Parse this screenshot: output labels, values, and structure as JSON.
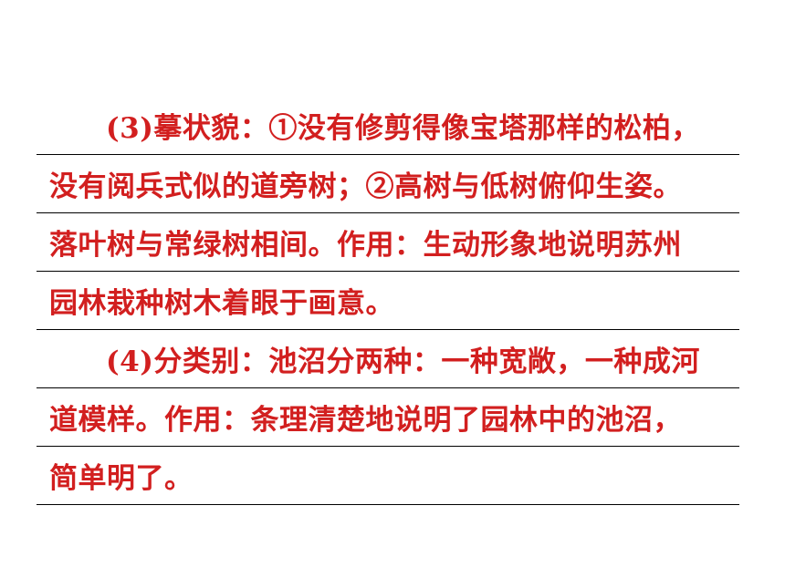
{
  "lines": [
    {
      "text": "(3)摹状貌：①没有修剪得像宝塔那样的松柏，"
    },
    {
      "text": "没有阅兵式似的道旁树；②高树与低树俯仰生姿。"
    },
    {
      "text": "落叶树与常绿树相间。作用：生动形象地说明苏州"
    },
    {
      "text": "园林栽种树木着眼于画意。"
    },
    {
      "text": "(4)分类别：池沼分两种：一种宽敞，一种成河"
    },
    {
      "text": "道模样。作用：条理清楚地说明了园林中的池沼，"
    },
    {
      "text": "简单明了。"
    }
  ]
}
